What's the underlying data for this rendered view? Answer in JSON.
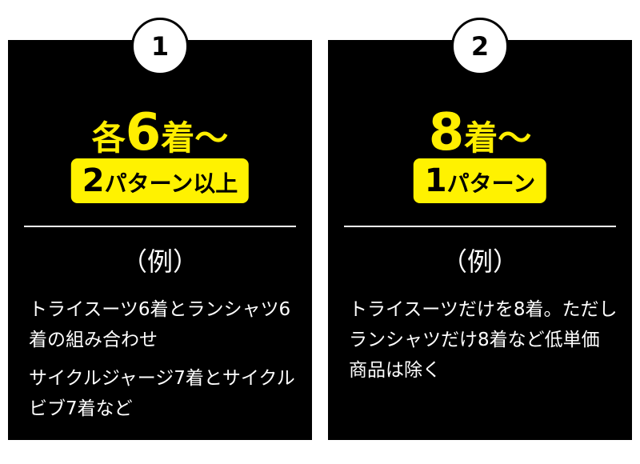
{
  "cards": [
    {
      "number": "1",
      "headline_prefix": "各",
      "headline_count": "6",
      "headline_suffix": "着〜",
      "pattern_count": "2",
      "pattern_text": "パターン以上",
      "example_heading": "（例）",
      "example_lines": [
        "トライスーツ6着とランシャツ6着の組み合わせ",
        "サイクルジャージ7着とサイクルビブ7着など"
      ]
    },
    {
      "number": "2",
      "headline_prefix": "",
      "headline_count": "8",
      "headline_suffix": "着〜",
      "pattern_count": "1",
      "pattern_text": "パターン",
      "example_heading": "（例）",
      "example_lines": [
        "トライスーツだけを8着。ただしランシャツだけ8着など低単価商品は除く"
      ]
    }
  ],
  "colors": {
    "card_bg": "#000000",
    "accent_yellow": "#ffee00",
    "text_white": "#ffffff"
  }
}
